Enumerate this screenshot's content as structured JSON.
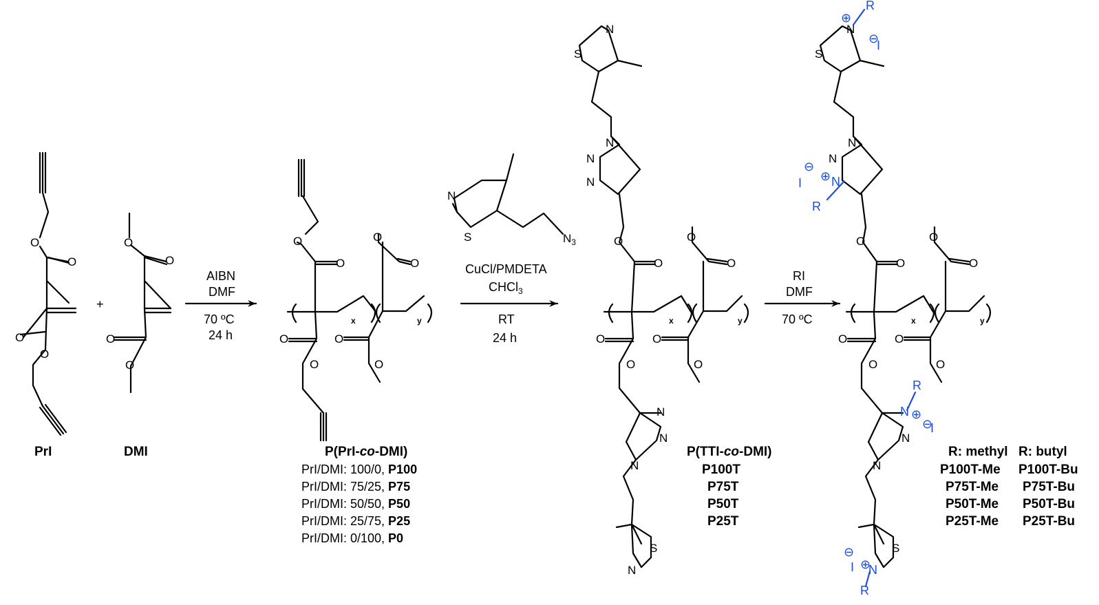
{
  "atoms": {
    "O": "O",
    "N": "N",
    "S": "S",
    "N3": "N",
    "N3_sub": "3",
    "R": "R",
    "I": "I",
    "plus": "⊕",
    "minus": "⊖"
  },
  "repeat": {
    "x": "x",
    "y": "y"
  },
  "plus_sign": "+",
  "step1": {
    "line1": "AIBN",
    "line2": "DMF",
    "line3": "70 ºC",
    "line4": "24 h"
  },
  "step2": {
    "line1": "CuCl/PMDETA",
    "line2": "CHCl",
    "line2_sub": "3",
    "line3": "RT",
    "line4": "24 h"
  },
  "step3": {
    "line1": "RI",
    "line2": "DMF",
    "line3": "70 ºC"
  },
  "monomers": {
    "pri": "PrI",
    "dmi": "DMI"
  },
  "polymer1": {
    "title_prefix": "P(PrI-",
    "title_italic": "co",
    "title_suffix": "-DMI)",
    "rows": [
      {
        "ratio": "PrI/DMI: 100/0, ",
        "code": "P100"
      },
      {
        "ratio": "PrI/DMI: 75/25, ",
        "code": "P75"
      },
      {
        "ratio": "PrI/DMI: 50/50, ",
        "code": "P50"
      },
      {
        "ratio": "PrI/DMI: 25/75, ",
        "code": "P25"
      },
      {
        "ratio": "PrI/DMI: 0/100, ",
        "code": "P0"
      }
    ]
  },
  "polymer2": {
    "title_prefix": "P(TTI-",
    "title_italic": "co",
    "title_suffix": "-DMI)",
    "codes": [
      "P100T",
      "P75T",
      "P50T",
      "P25T"
    ]
  },
  "polymer3": {
    "col_methyl": "R: methyl",
    "col_butyl": "R: butyl",
    "methyl": [
      "P100T-Me",
      "P75T-Me",
      "P50T-Me",
      "P25T-Me"
    ],
    "butyl": [
      "P100T-Bu",
      "P75T-Bu",
      "P50T-Bu",
      "P25T-Bu"
    ]
  }
}
